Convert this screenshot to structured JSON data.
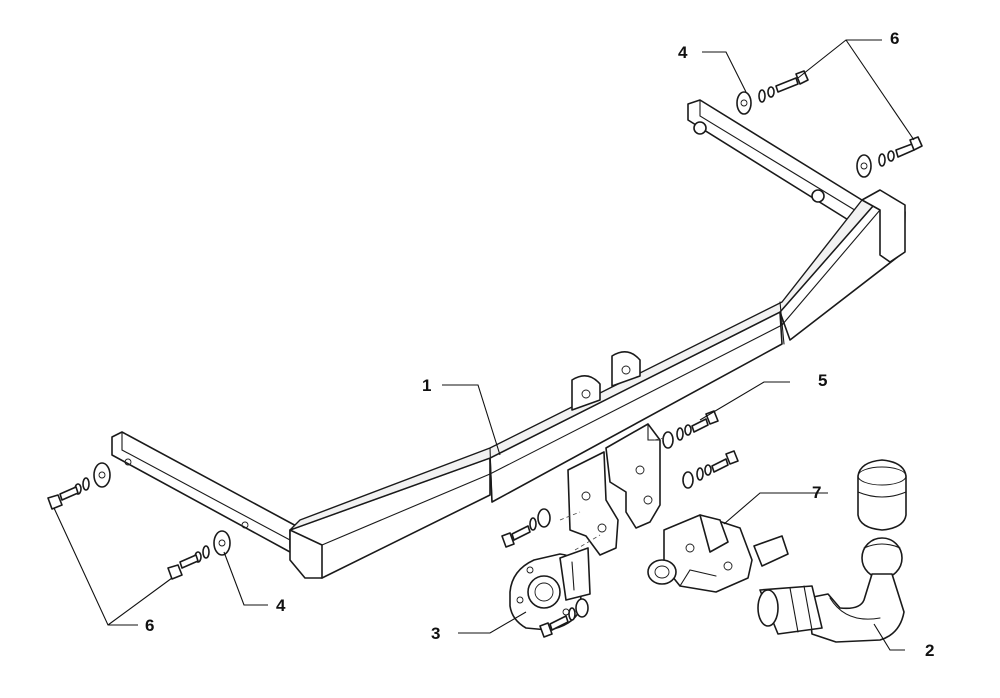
{
  "callouts": [
    {
      "key": "c1",
      "text": "1"
    },
    {
      "key": "c2",
      "text": "2"
    },
    {
      "key": "c3",
      "text": "3"
    },
    {
      "key": "c4a",
      "text": "4"
    },
    {
      "key": "c4b",
      "text": "4"
    },
    {
      "key": "c5",
      "text": "5"
    },
    {
      "key": "c6a",
      "text": "6"
    },
    {
      "key": "c6b",
      "text": "6"
    },
    {
      "key": "c7",
      "text": "7"
    }
  ],
  "colors": {
    "line": "#1a1a1a",
    "background": "#ffffff"
  }
}
